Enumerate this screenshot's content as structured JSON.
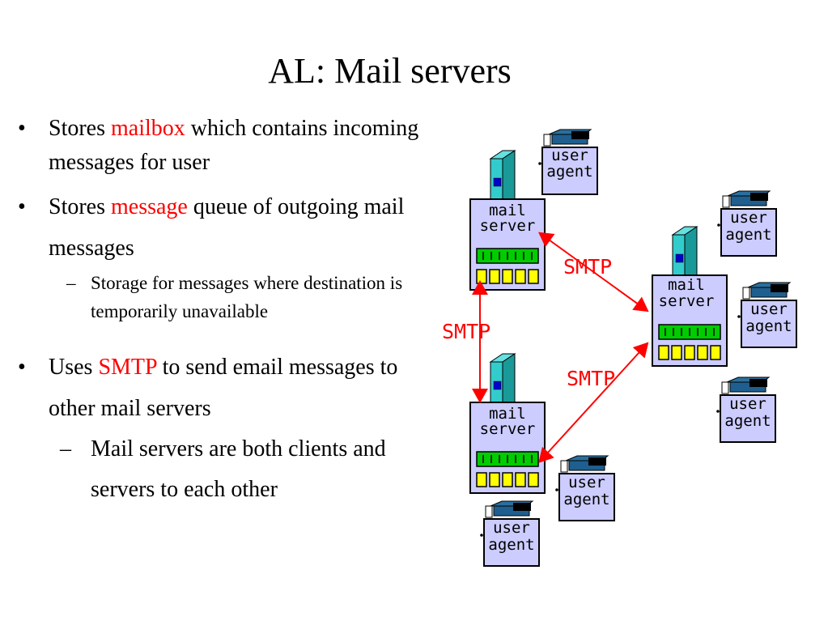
{
  "title": "AL: Mail servers",
  "bullets": [
    {
      "pre": "Stores ",
      "highlight": "mailbox",
      "post": " which contains incoming messages for user"
    },
    {
      "pre": "Stores ",
      "highlight": "message",
      "post": " queue of outgoing mail messages",
      "sub": "Storage for messages where destination is temporarily unavailable"
    },
    {
      "pre": "Uses ",
      "highlight": "SMTP",
      "post": " to send email messages to other mail servers",
      "sub": "Mail servers are both clients and servers to each other"
    }
  ],
  "diagram": {
    "mail_server_label": [
      "mail",
      "server"
    ],
    "user_agent_label": [
      "user",
      "agent"
    ],
    "protocol_label": "SMTP",
    "colors": {
      "arrow": "#ff0000",
      "server_body": "#ccccff",
      "tower": "#33cccc",
      "queue_green": "#00cc00",
      "mailbox_yellow": "#ffff00"
    }
  }
}
